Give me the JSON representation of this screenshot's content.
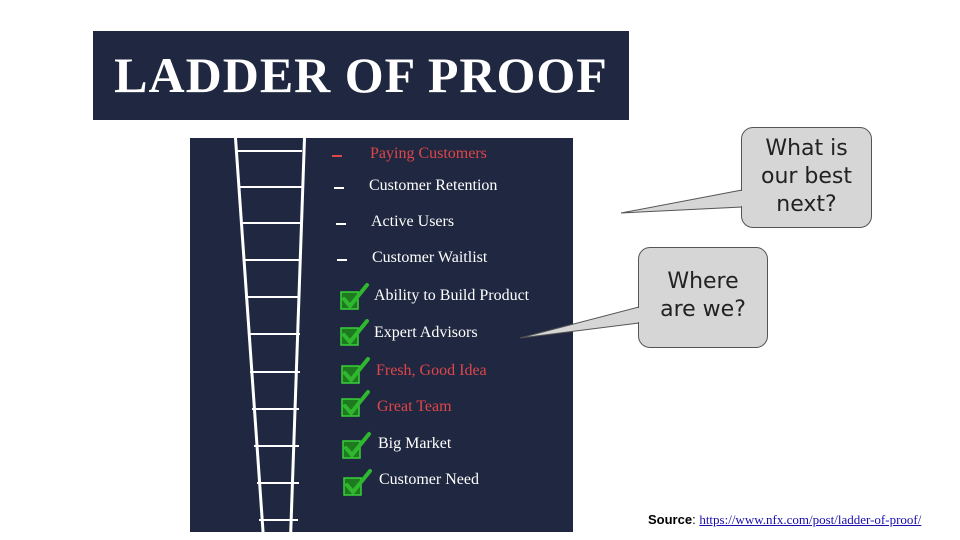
{
  "title": "LADDER OF PROOF",
  "ladder_items": [
    {
      "label": "Paying Customers",
      "color": "red",
      "checked": false
    },
    {
      "label": "Customer Retention",
      "color": "white",
      "checked": false
    },
    {
      "label": "Active Users",
      "color": "white",
      "checked": false
    },
    {
      "label": "Customer Waitlist",
      "color": "white",
      "checked": false
    },
    {
      "label": "Ability to Build Product",
      "color": "white",
      "checked": true
    },
    {
      "label": "Expert Advisors",
      "color": "white",
      "checked": true
    },
    {
      "label": "Fresh, Good Idea",
      "color": "red",
      "checked": true
    },
    {
      "label": "Great Team",
      "color": "red",
      "checked": true
    },
    {
      "label": "Big Market",
      "color": "white",
      "checked": true
    },
    {
      "label": "Customer Need",
      "color": "white",
      "checked": true
    }
  ],
  "callouts": {
    "best_next": [
      "What is",
      "our best",
      "next?"
    ],
    "where_are_we": [
      "Where",
      "are we?"
    ]
  },
  "source": {
    "label": "Source",
    "separator": ": ",
    "url": "https://www.nfx.com/post/ladder-of-proof/"
  },
  "colors": {
    "panel_bg": "#1f2840",
    "red_text": "#e0454a",
    "check_green": "#2fb82f",
    "bubble_bg": "#d6d6d6"
  }
}
